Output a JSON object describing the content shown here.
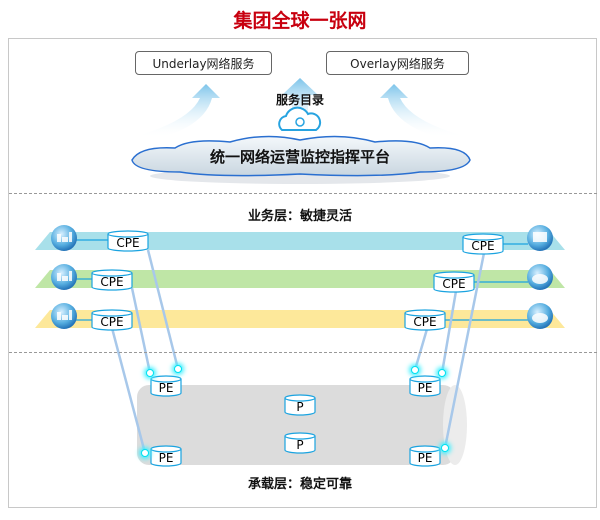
{
  "title": "集团全球一张网",
  "top": {
    "services": [
      "Underlay网络服务",
      "Overlay网络服务"
    ],
    "catalog_label": "服务目录",
    "platform_label": "统一网络运营监控指挥平台"
  },
  "service_layer": {
    "title": "业务层：敏捷灵活",
    "cpe_label": "CPE",
    "band_colors": [
      "#a8e0ea",
      "#bfe6a6",
      "#fde89a"
    ]
  },
  "bearer_layer": {
    "title": "承载层：稳定可靠",
    "pe_label": "PE",
    "p_label": "P"
  },
  "colors": {
    "title": "#c8000f",
    "accent": "#1aa3e0",
    "link": "#a8c8ea"
  }
}
